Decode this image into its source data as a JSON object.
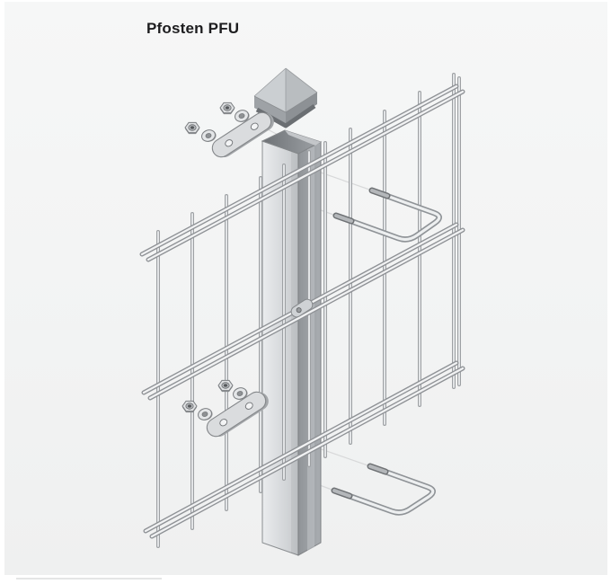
{
  "title": "Pfosten PFU",
  "illustration": {
    "subject": "Exploded assembly illustration of a PFU fence post with double-wire mesh panels",
    "components": [
      {
        "name": "post-cap",
        "label": "Pyramid post cap"
      },
      {
        "name": "clamp-plate-upper",
        "label": "Clamp plate with hex nuts and washers (upper)"
      },
      {
        "name": "clamp-plate-lower",
        "label": "Clamp plate with hex nuts and washers (lower)"
      },
      {
        "name": "square-post",
        "label": "Square steel post"
      },
      {
        "name": "mesh-panel",
        "label": "Double-wire mesh fence panel"
      },
      {
        "name": "u-bolt-upper",
        "label": "U-bolt clamp (upper)"
      },
      {
        "name": "u-bolt-lower",
        "label": "U-bolt clamp (lower)"
      },
      {
        "name": "rail-clamp-installed",
        "label": "Installed rail clamp on post"
      }
    ]
  },
  "colors": {
    "page_background": "#ffffff",
    "canvas_background": "#f3f4f4",
    "steel_light": "#eceeef",
    "steel_mid": "#c7cacd",
    "steel_dark": "#8f9397",
    "outline": "#85888b",
    "title_text": "#1d1d1f"
  }
}
